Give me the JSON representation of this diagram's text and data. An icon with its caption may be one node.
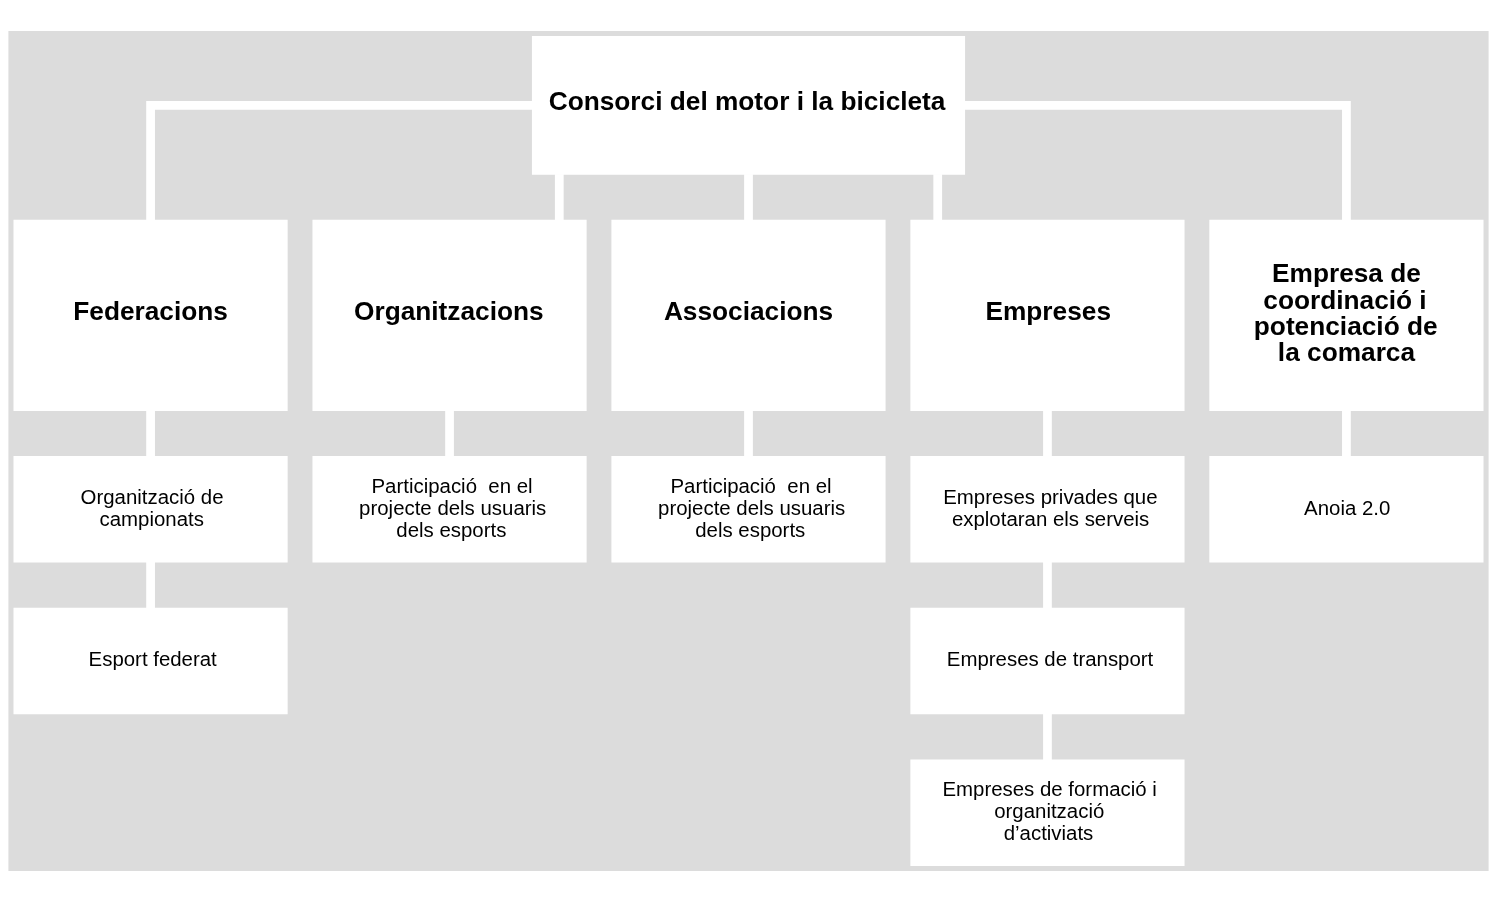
{
  "diagram": {
    "nodes": [
      {
        "text": [
          "Consorci del motor i la bicicleta"
        ]
      },
      {
        "text": [
          "Federacions"
        ]
      },
      {
        "text": [
          "Organitzacions"
        ]
      },
      {
        "text": [
          "Associacions"
        ]
      },
      {
        "text": [
          "Empreses"
        ]
      },
      {
        "text": [
          "Empresa de coordinació i potenciació de la comarca"
        ]
      },
      {
        "text": [
          "Organització de campionats"
        ]
      },
      {
        "text": [
          "Participació  en el projecte dels usuaris dels esports"
        ]
      },
      {
        "text": [
          "Participació  en el projecte dels usuaris dels esports"
        ]
      },
      {
        "text": [
          "Empreses privades que explotaran els serveis"
        ]
      },
      {
        "text": [
          "Anoia 2.0"
        ]
      },
      {
        "text": [
          "Esport federat"
        ]
      },
      {
        "text": [
          "Empreses de transport"
        ]
      },
      {
        "text": [
          "Empreses de formació i organització d’activiats"
        ]
      }
    ],
    "edges": [
      {
        "from": 0,
        "to": 1,
        "arrow": "none"
      },
      {
        "from": 0,
        "to": 2,
        "arrow": "none"
      },
      {
        "from": 0,
        "to": 3,
        "arrow": "none"
      },
      {
        "from": 0,
        "to": 4,
        "arrow": "none"
      },
      {
        "from": 0,
        "to": 5,
        "arrow": "none"
      },
      {
        "from": 1,
        "to": 6,
        "arrow": "none"
      },
      {
        "from": 2,
        "to": 7,
        "arrow": "none"
      },
      {
        "from": 3,
        "to": 8,
        "arrow": "none"
      },
      {
        "from": 4,
        "to": 9,
        "arrow": "none"
      },
      {
        "from": 5,
        "to": 10,
        "arrow": "none"
      },
      {
        "from": 6,
        "to": 11,
        "arrow": "none"
      },
      {
        "from": 9,
        "to": 12,
        "arrow": "none"
      },
      {
        "from": 12,
        "to": 13,
        "arrow": "none"
      }
    ]
  }
}
